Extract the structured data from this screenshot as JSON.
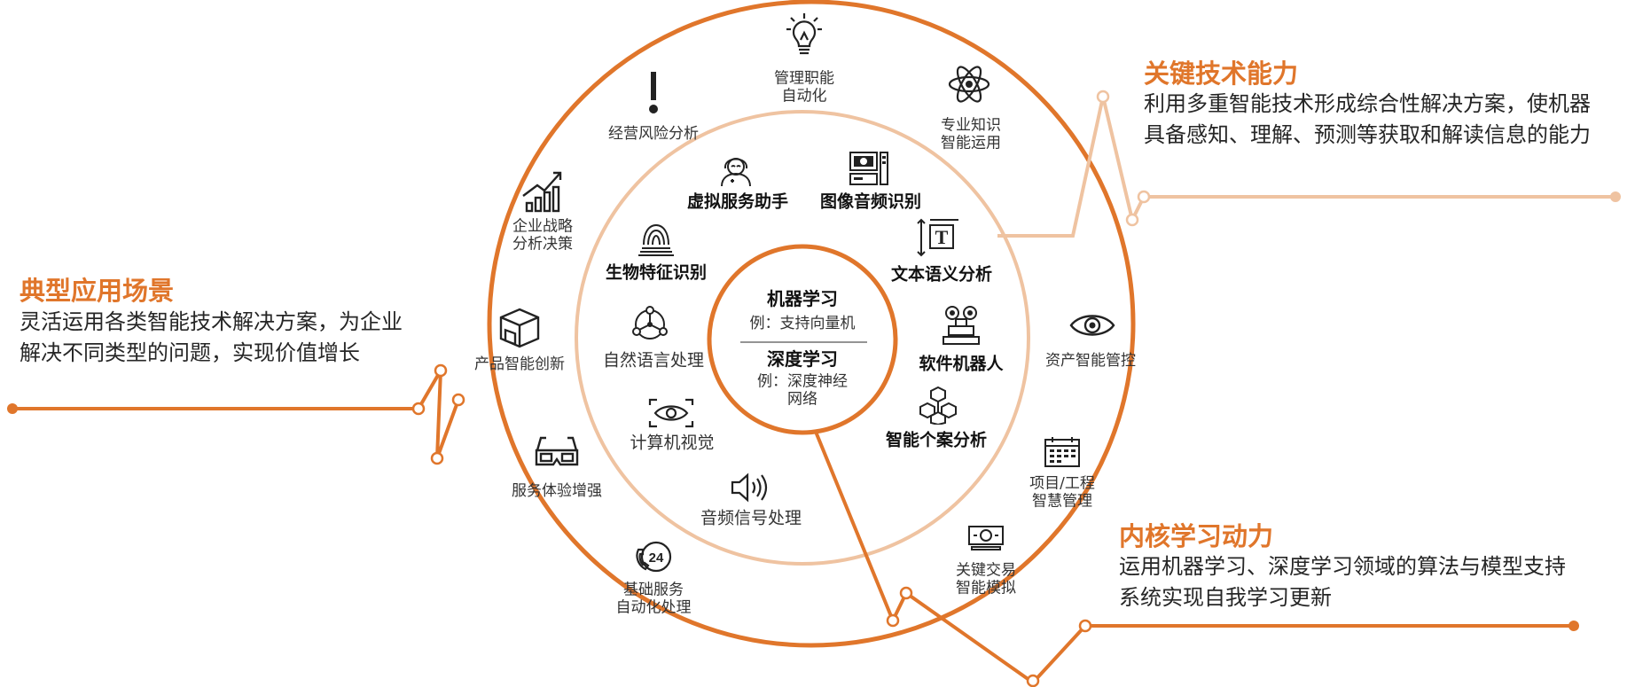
{
  "colors": {
    "accent": "#e0762b",
    "accent_light": "#efc3a1",
    "accent_mid": "#e59a62",
    "text": "#262626"
  },
  "callouts": {
    "scenarios": {
      "title": "典型应用场景",
      "desc": "灵活运用各类智能技术解决方案，为企业解决不同类型的问题，实现价值增长"
    },
    "capabilities": {
      "title": "关键技术能力",
      "desc": "利用多重智能技术形成综合性解决方案，使机器具备感知、理解、预测等获取和解读信息的能力"
    },
    "core_engine": {
      "title": "内核学习动力",
      "desc": "运用机器学习、深度学习领域的算法与模型支持系统实现自我学习更新"
    }
  },
  "core": {
    "ml_title": "机器学习",
    "ml_example": "例：支持向量机",
    "dl_title": "深度学习",
    "dl_example": "例：深度神经\n网络"
  },
  "middle_ring": [
    {
      "label": "虚拟服务助手",
      "icon": "assistant-icon",
      "bold": true
    },
    {
      "label": "图像音频识别",
      "icon": "media-player-icon",
      "bold": true
    },
    {
      "label": "文本语义分析",
      "icon": "text-analysis-icon",
      "bold": true
    },
    {
      "label": "软件机器人",
      "icon": "robot-icon",
      "bold": true
    },
    {
      "label": "智能个案分析",
      "icon": "cubes-icon",
      "bold": true
    },
    {
      "label": "音频信号处理",
      "icon": "speaker-icon",
      "bold": false
    },
    {
      "label": "计算机视觉",
      "icon": "vision-icon",
      "bold": false
    },
    {
      "label": "自然语言处理",
      "icon": "network-icon",
      "bold": false
    },
    {
      "label": "生物特征识别",
      "icon": "fingerprint-icon",
      "bold": true
    }
  ],
  "outer_ring": [
    {
      "label": "管理职能\n自动化",
      "icon": "lightbulb-icon"
    },
    {
      "label": "专业知识\n智能运用",
      "icon": "atom-icon"
    },
    {
      "label": "资产智能管控",
      "icon": "eye-icon"
    },
    {
      "label": "项目/工程\n智慧管理",
      "icon": "calendar-icon"
    },
    {
      "label": "关键交易\n智能模拟",
      "icon": "money-icon"
    },
    {
      "label": "基础服务\n自动化处理",
      "icon": "24h-service-icon"
    },
    {
      "label": "服务体验增强",
      "icon": "3d-glasses-icon"
    },
    {
      "label": "产品智能创新",
      "icon": "box-icon"
    },
    {
      "label": "企业战略\n分析决策",
      "icon": "growth-chart-icon"
    },
    {
      "label": "经营风险分析",
      "icon": "exclamation-icon"
    }
  ]
}
